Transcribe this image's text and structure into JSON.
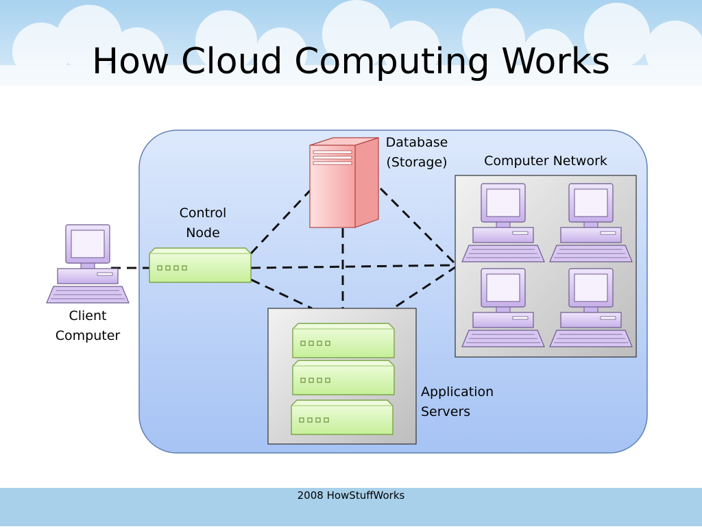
{
  "slide": {
    "title": "How Cloud Computing Works",
    "footer": "2008 HowStuffWorks"
  },
  "diagram": {
    "nodes": [
      {
        "id": "client",
        "lines": [
          "Client",
          "Computer"
        ],
        "icon": "computer-icon"
      },
      {
        "id": "control",
        "lines": [
          "Control",
          "Node"
        ],
        "icon": "server-box-icon"
      },
      {
        "id": "database",
        "lines": [
          "Database",
          "(Storage)"
        ],
        "icon": "server-tower-icon"
      },
      {
        "id": "network",
        "lines": [
          "Computer Network"
        ],
        "icon": "computer-icon"
      },
      {
        "id": "appservers",
        "lines": [
          "Application",
          "Servers"
        ],
        "icon": "server-box-icon"
      }
    ],
    "edges": [
      {
        "from": "client",
        "to": "control",
        "style": "dashed"
      },
      {
        "from": "control",
        "to": "network",
        "style": "dashed"
      },
      {
        "from": "control",
        "to": "database",
        "style": "dashed"
      },
      {
        "from": "control",
        "to": "appservers",
        "style": "dashed"
      },
      {
        "from": "database",
        "to": "appservers",
        "style": "dashed"
      },
      {
        "from": "database",
        "to": "network",
        "style": "dashed"
      },
      {
        "from": "appservers",
        "to": "network",
        "style": "dashed"
      }
    ],
    "colors": {
      "cloud_panel": "#c6dafa",
      "server_box": "#ddf8b8",
      "database": "#fbb8b8",
      "computer": "#d7c6ee",
      "group_box": "#d5d5d5"
    }
  }
}
